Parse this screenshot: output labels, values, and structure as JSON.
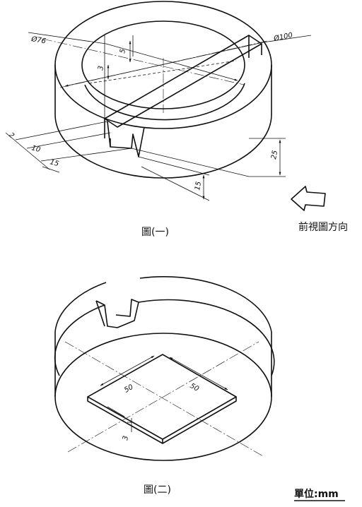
{
  "figure1": {
    "caption": "圖(一)",
    "dims": {
      "d76": "Ø76",
      "d100": "Ø100",
      "d5": "5",
      "d3": "3",
      "d2": "2",
      "d10": "10",
      "d15a": "15",
      "d25": "25",
      "d15b": "15"
    }
  },
  "view_direction": {
    "label": "前視圖方向"
  },
  "figure2": {
    "caption": "圖(二)",
    "dims": {
      "d50a": "50",
      "d50b": "50",
      "d3": "3"
    }
  },
  "units": {
    "label": "單位:mm"
  }
}
